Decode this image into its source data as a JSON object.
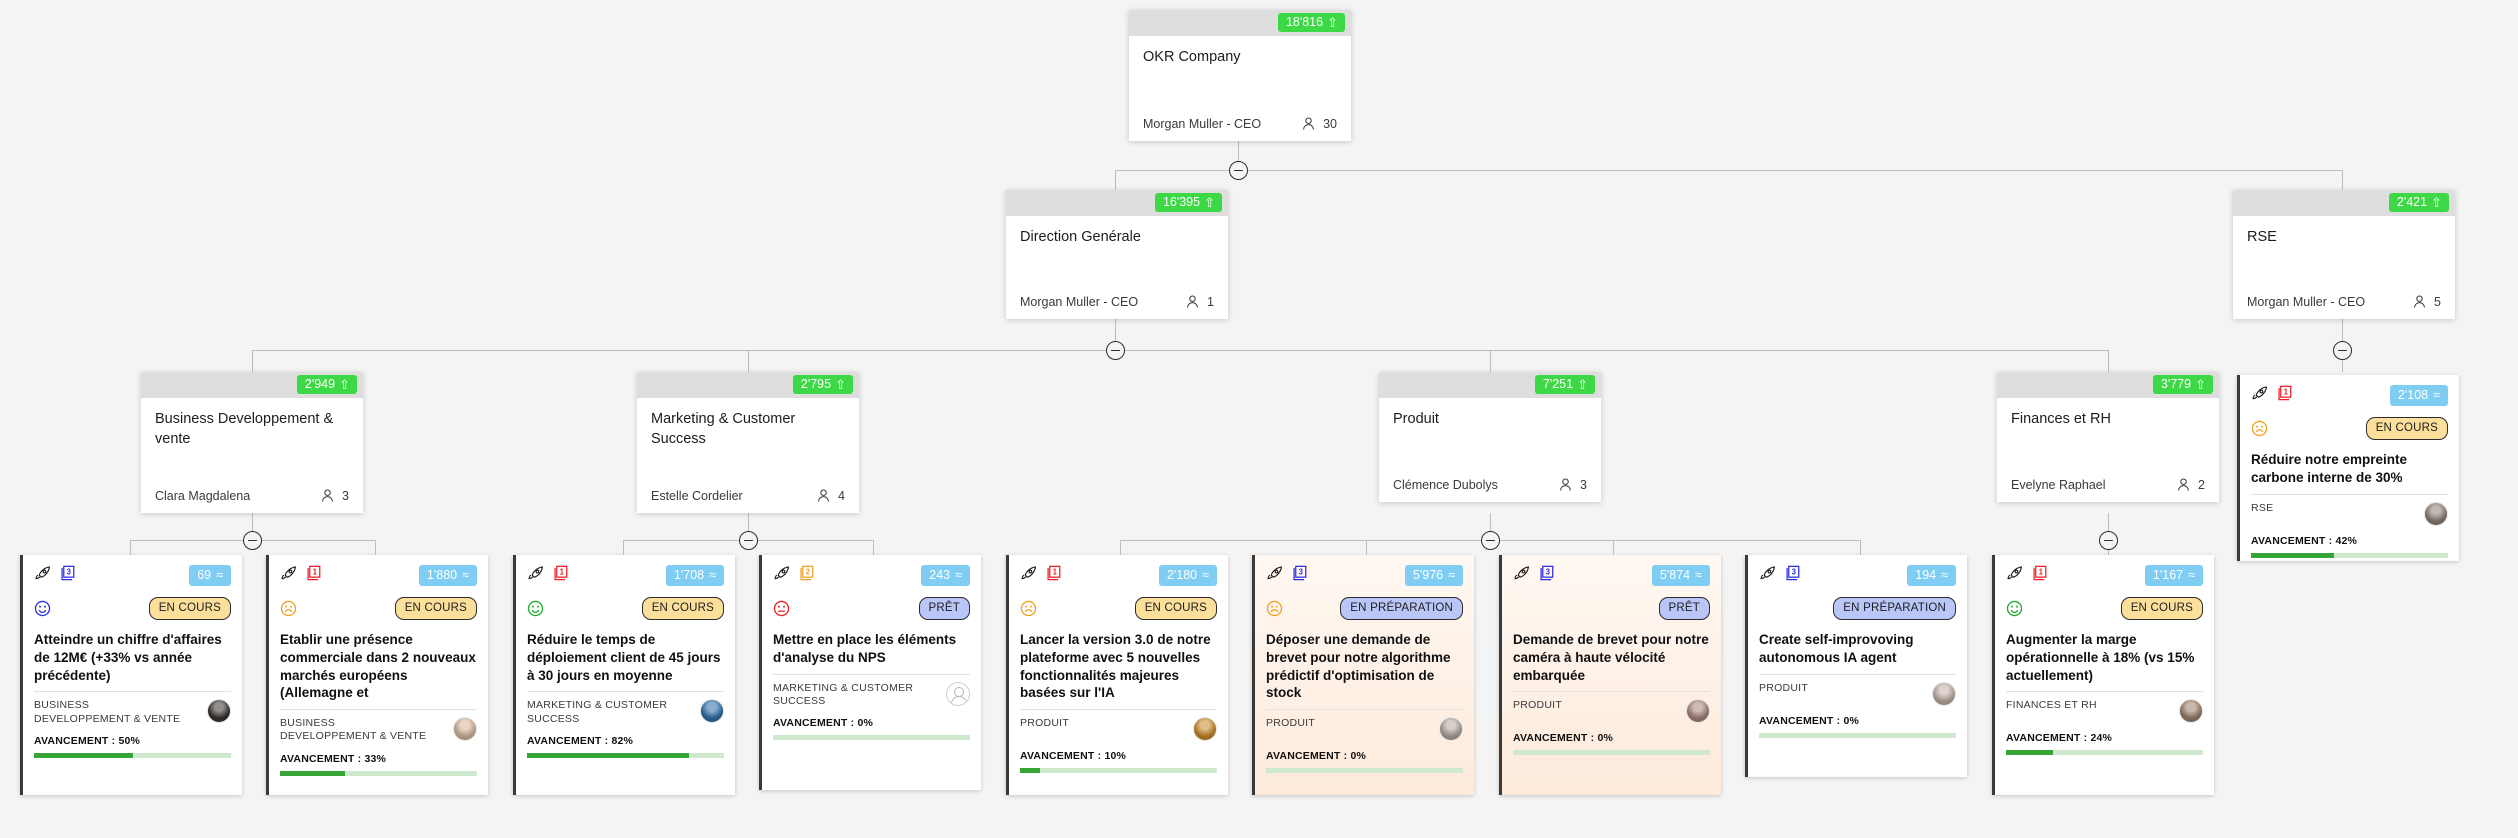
{
  "colors": {
    "background": "#f4f4f4",
    "kpi_green": "#3dd845",
    "badge_blue": "#7fcdf2",
    "status_encours": "#fbdf9a",
    "status_pret": "#b9c6f7",
    "progress_fill": "#36a536",
    "progress_track": "#cfe9cf",
    "node_header": "#dedede",
    "connector": "#bdbdbd"
  },
  "labels": {
    "progress_prefix": "AVANCEMENT",
    "collapse_tooltip": "-"
  },
  "org_nodes": [
    {
      "id": "okr-company",
      "title": "OKR Company",
      "owner": "Morgan Muller - CEO",
      "people": "30",
      "kpi": "18'816",
      "kpi_trend": "up"
    },
    {
      "id": "direction-generale",
      "title": "Direction Genérale",
      "owner": "Morgan Muller - CEO",
      "people": "1",
      "kpi": "16'395",
      "kpi_trend": "up"
    },
    {
      "id": "rse",
      "title": "RSE",
      "owner": "Morgan Muller - CEO",
      "people": "5",
      "kpi": "2'421",
      "kpi_trend": "up"
    },
    {
      "id": "business-developpement-vente",
      "title": "Business Developpement & vente",
      "owner": "Clara Magdalena",
      "people": "3",
      "kpi": "2'949",
      "kpi_trend": "up"
    },
    {
      "id": "marketing-customer-success",
      "title": "Marketing & Customer Success",
      "owner": "Estelle Cordelier",
      "people": "4",
      "kpi": "2'795",
      "kpi_trend": "up"
    },
    {
      "id": "produit",
      "title": "Produit",
      "owner": "Clémence Dubolys",
      "people": "3",
      "kpi": "7'251",
      "kpi_trend": "up"
    },
    {
      "id": "finances-et-rh",
      "title": "Finances et RH",
      "owner": "Evelyne Raphael",
      "people": "2",
      "kpi": "3'779",
      "kpi_trend": "up"
    }
  ],
  "objectives": [
    {
      "id": "obj-rse-carbone",
      "kr_count": "1",
      "kr_color": "#ee1c25",
      "badge": "2'108",
      "badge_suffix": "≈",
      "mood": "sad",
      "mood_color": "#f0a122",
      "status": "EN COURS",
      "status_kind": "encours",
      "title": "Réduire notre empreinte carbone interne de 30%",
      "dept": "RSE",
      "progress_text": "AVANCEMENT : 42%",
      "progress": 42,
      "avatar_color": "#8d7f73",
      "tint": false
    },
    {
      "id": "obj-chiffre-affaires",
      "kr_count": "3",
      "kr_color": "#2b2ee0",
      "badge": "69",
      "badge_suffix": "≈",
      "mood": "happy",
      "mood_color": "#2b2ee0",
      "status": "EN COURS",
      "status_kind": "encours",
      "title": "Atteindre un chiffre d'affaires de 12M€ (+33% vs année précédente)",
      "dept": "BUSINESS DEVELOPPEMENT & VENTE",
      "progress_text": "AVANCEMENT : 50%",
      "progress": 50,
      "avatar_color": "#3a3330",
      "tint": false
    },
    {
      "id": "obj-presence-commerciale",
      "kr_count": "1",
      "kr_color": "#ee1c25",
      "badge": "1'880",
      "badge_suffix": "≈",
      "mood": "sad",
      "mood_color": "#f0a122",
      "status": "EN COURS",
      "status_kind": "encours",
      "title": "Etablir une présence commerciale dans 2 nouveaux marchés européens (Allemagne et",
      "dept": "BUSINESS DEVELOPPEMENT & VENTE",
      "progress_text": "AVANCEMENT : 33%",
      "progress": 33,
      "avatar_color": "#d8b79c",
      "tint": false
    },
    {
      "id": "obj-temps-deploiement",
      "kr_count": "1",
      "kr_color": "#ee1c25",
      "badge": "1'708",
      "badge_suffix": "≈",
      "mood": "happy",
      "mood_color": "#1fa82e",
      "status": "EN COURS",
      "status_kind": "encours",
      "title": "Réduire le temps de déploiement client de 45 jours à 30 jours en moyenne",
      "dept": "MARKETING & CUSTOMER SUCCESS",
      "progress_text": "AVANCEMENT : 82%",
      "progress": 82,
      "avatar_color": "#2f6ea8",
      "tint": false
    },
    {
      "id": "obj-analyse-nps",
      "kr_count": "2",
      "kr_color": "#f0a122",
      "badge": "243",
      "badge_suffix": "≈",
      "mood": "neutral",
      "mood_color": "#ee1c25",
      "status": "PRÊT",
      "status_kind": "pret",
      "title": "Mettre en place les éléments d'analyse du NPS",
      "dept": "MARKETING & CUSTOMER SUCCESS",
      "progress_text": "AVANCEMENT : 0%",
      "progress": 0,
      "avatar_color": "",
      "tint": false
    },
    {
      "id": "obj-version-3",
      "kr_count": "1",
      "kr_color": "#ee1c25",
      "badge": "2'180",
      "badge_suffix": "≈",
      "mood": "sad",
      "mood_color": "#f0a122",
      "status": "EN COURS",
      "status_kind": "encours",
      "title": "Lancer la version 3.0 de notre plateforme avec 5 nouvelles fonctionnalités majeures basées sur l'IA",
      "dept": "PRODUIT",
      "progress_text": "AVANCEMENT : 10%",
      "progress": 10,
      "avatar_color": "#c98a2a",
      "tint": false
    },
    {
      "id": "obj-brevet-algorithme",
      "kr_count": "3",
      "kr_color": "#2b2ee0",
      "badge": "5'976",
      "badge_suffix": "≈",
      "mood": "sad",
      "mood_color": "#f0a122",
      "status": "EN PRÉPARATION",
      "status_kind": "prep",
      "title": "Déposer une demande de brevet pour notre algorithme prédictif d'optimisation de stock",
      "dept": "PRODUIT",
      "progress_text": "AVANCEMENT : 0%",
      "progress": 0,
      "avatar_color": "#b3a79e",
      "tint": true
    },
    {
      "id": "obj-brevet-camera",
      "kr_count": "3",
      "kr_color": "#2b2ee0",
      "badge": "5'874",
      "badge_suffix": "≈",
      "mood": "none",
      "mood_color": "",
      "status": "PRÊT",
      "status_kind": "pret",
      "title": "Demande de brevet pour notre caméra à haute vélocité embarquée",
      "dept": "PRODUIT",
      "progress_text": "AVANCEMENT : 0%",
      "progress": 0,
      "avatar_color": "#a8847c",
      "tint": true
    },
    {
      "id": "obj-ia-agent",
      "kr_count": "3",
      "kr_color": "#2b2ee0",
      "badge": "194",
      "badge_suffix": "≈",
      "mood": "none",
      "mood_color": "",
      "status": "EN PRÉPARATION",
      "status_kind": "prep",
      "title": "Create self-improvoving autonomous IA agent",
      "dept": "PRODUIT",
      "progress_text": "AVANCEMENT : 0%",
      "progress": 0,
      "avatar_color": "#c1b0a4",
      "tint": false
    },
    {
      "id": "obj-marge-operationnelle",
      "kr_count": "1",
      "kr_color": "#ee1c25",
      "badge": "1'167",
      "badge_suffix": "≈",
      "mood": "happy",
      "mood_color": "#1fa82e",
      "status": "EN COURS",
      "status_kind": "encours",
      "title": "Augmenter la marge opérationnelle à 18% (vs 15% actuellement)",
      "dept": "FINANCES ET RH",
      "progress_text": "AVANCEMENT : 24%",
      "progress": 24,
      "avatar_color": "#9b7f6b",
      "tint": false
    }
  ]
}
